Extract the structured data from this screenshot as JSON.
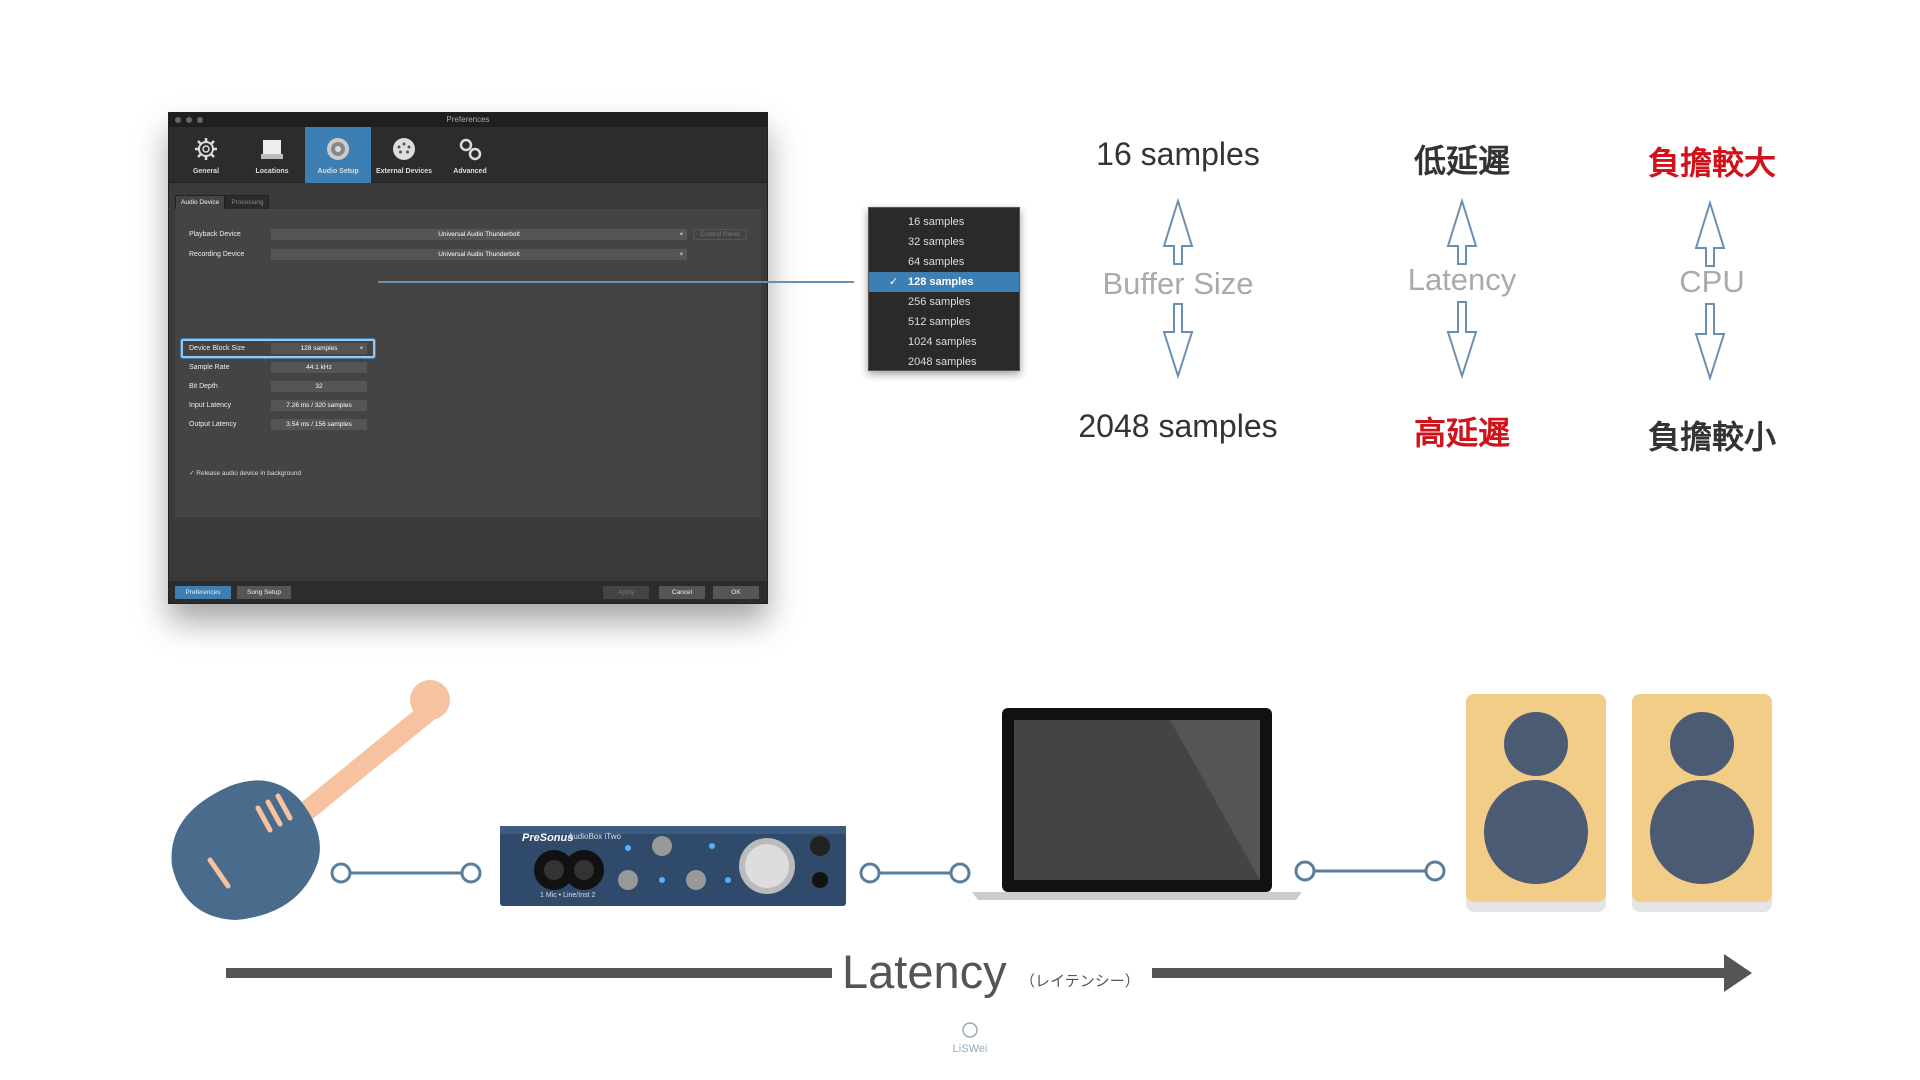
{
  "preferences": {
    "title": "Preferences",
    "toolbar": [
      {
        "label": "General",
        "icon": "gear-icon"
      },
      {
        "label": "Locations",
        "icon": "drive-icon"
      },
      {
        "label": "Audio Setup",
        "icon": "speaker-icon"
      },
      {
        "label": "External Devices",
        "icon": "midi-icon"
      },
      {
        "label": "Advanced",
        "icon": "gears-icon"
      }
    ],
    "subtabs": [
      "Audio Device",
      "Processing"
    ],
    "playback_label": "Playback Device",
    "playback_value": "Universal Audio Thunderbolt",
    "control_panel": "Control Panel",
    "recording_label": "Recording Device",
    "recording_value": "Universal Audio Thunderbolt",
    "block_label": "Device Block Size",
    "block_value": "128 samples",
    "rate_label": "Sample Rate",
    "rate_value": "44.1 kHz",
    "depth_label": "Bit Depth",
    "depth_value": "32",
    "in_lat_label": "Input Latency",
    "in_lat_value": "7.26 ms / 320 samples",
    "out_lat_label": "Output Latency",
    "out_lat_value": "3.54 ms / 156 samples",
    "release_label": "Release audio device in background",
    "btn_preferences": "Preferences",
    "btn_song_setup": "Song Setup",
    "btn_apply": "Apply",
    "btn_cancel": "Cancel",
    "btn_ok": "OK"
  },
  "dropdown": {
    "items": [
      "16 samples",
      "32 samples",
      "64 samples",
      "128 samples",
      "256 samples",
      "512 samples",
      "1024 samples",
      "2048 samples"
    ],
    "selected": "128 samples"
  },
  "comparison": {
    "buffer_top": "16 samples",
    "buffer_mid": "Buffer Size",
    "buffer_bottom": "2048 samples",
    "latency_top": "低延遲",
    "latency_mid": "Latency",
    "latency_bottom": "高延遲",
    "cpu_top": "負擔較大",
    "cpu_mid": "CPU",
    "cpu_bottom": "負擔較小"
  },
  "interface": {
    "brand": "PreSonus",
    "model": "AudioBox iTwo",
    "label": "1  Mic • Line/Inst  2"
  },
  "latency_bar": {
    "label": "Latency",
    "sublabel": "（レイテンシー）"
  },
  "logo_text": "LiSWei",
  "colors": {
    "accent_blue": "#3d7fb3",
    "guitar": "#4a6c8c",
    "neck": "#f6c29f",
    "speaker_cabinet": "#f1cd88",
    "speaker_driver": "#4a5b73",
    "red": "#d0121b"
  }
}
